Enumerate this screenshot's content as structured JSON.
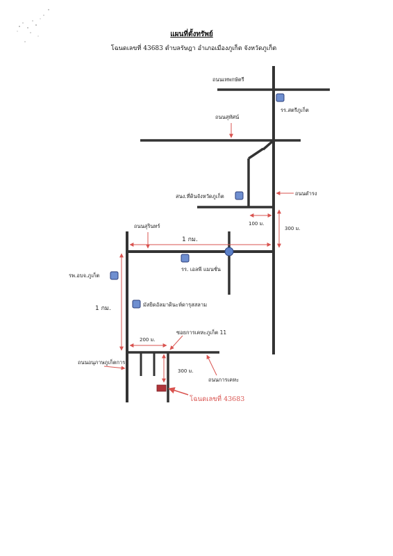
{
  "header": {
    "title": "แผนที่ตั้งทรัพย์",
    "subtitle": "โฉนดเลขที่  43683   ตำบลรัษฎา  อำเภอเมืองภูเก็ต  จังหวัดภูเก็ต"
  },
  "roads": {
    "thepkrasattri": "ถนนเทพกษัตรี",
    "sutthat": "ถนนสุทัศน์",
    "damrong": "ถนนดำรง",
    "surin": "ถนนสุรินทร์",
    "anuphas": "ถนนอนุภาษภูเก็ตการ",
    "kehakan": "ถนนการเคหะ",
    "soi_keha": "ซอยการเคหะภูเก็ต 11"
  },
  "landmarks": {
    "satri_school": "รร.สตรีภูเก็ต",
    "land_office": "สนง.ที่ดินจังหวัดภูเก็ต",
    "hospital": "รพ.อบจ.ภูเก็ต",
    "school_ls": "รร. เอลพี แมนชั่น",
    "mosque": "มัสยิดอัลมาดินะห์ดารุสสลาม"
  },
  "distances": {
    "d100": "100 ม.",
    "d300_top": "300 ม.",
    "d1km_h": "1 กม.",
    "d1km_v": "1 กม.",
    "d200": "200 ม.",
    "d300_bottom": "300 ม."
  },
  "target": {
    "label": "โฉนดเลขที่  43683"
  },
  "colors": {
    "road": "#333333",
    "landmark": "#6f8fd0",
    "landmark_border": "#2b3e7a",
    "arrow": "#d9534f",
    "target_fill": "#b0343a",
    "target_text": "#d9534f",
    "intersection": "#5b80c8"
  }
}
